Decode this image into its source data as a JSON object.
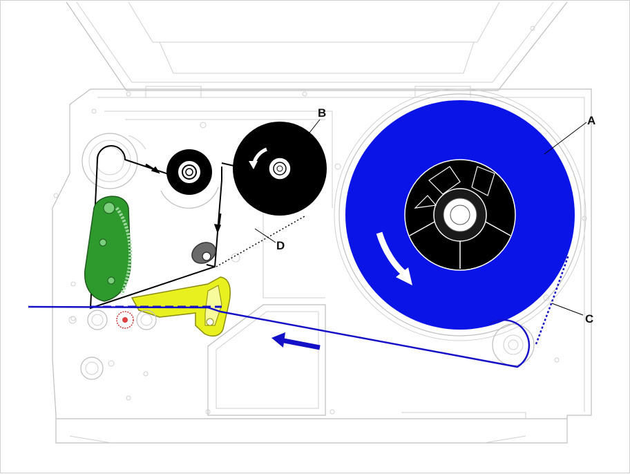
{
  "labels": {
    "a": "A",
    "b": "B",
    "c": "C",
    "d": "D"
  },
  "colors": {
    "label_roll": "#0a14e6",
    "label_path": "#1410c8",
    "ribbon": "#000000",
    "ribbon_arm": "#2e9a2e",
    "pressure_arm": "#e8f020",
    "outline": "#bdbdbd"
  },
  "icons": {
    "rotation_label_roll": "curved-arrow-clockwise",
    "rotation_ribbon": "curved-arrow-counterclockwise",
    "feed_direction": "arrow-left"
  }
}
